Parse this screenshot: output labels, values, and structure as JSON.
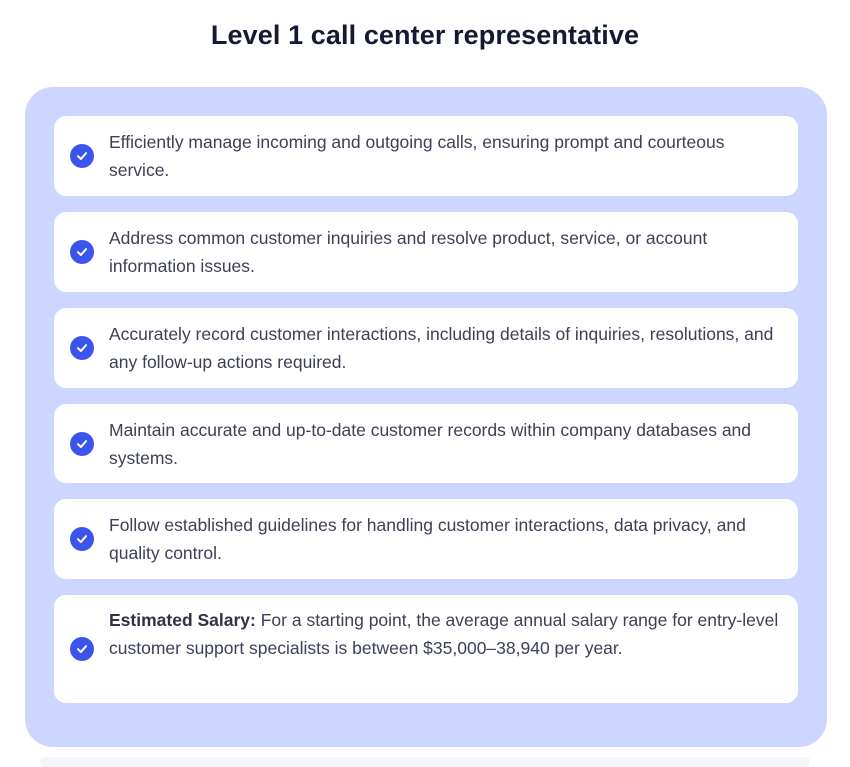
{
  "title": "Level 1 call center representative",
  "accent_color": "#3b55ec",
  "panel_color": "#cdd6ff",
  "items": [
    {
      "icon": "check-circle-icon",
      "text": "Efficiently manage incoming and outgoing calls, ensuring prompt and courteous service."
    },
    {
      "icon": "check-circle-icon",
      "text": "Address common customer inquiries and resolve product, service, or account information issues."
    },
    {
      "icon": "check-circle-icon",
      "text": "Accurately record customer interactions, including details of inquiries, resolutions, and any follow-up actions required."
    },
    {
      "icon": "check-circle-icon",
      "text": "Maintain accurate and up-to-date customer records within company databases and systems."
    },
    {
      "icon": "check-circle-icon",
      "text": "Follow established guidelines for handling customer interactions, data privacy, and quality control."
    },
    {
      "icon": "check-circle-icon",
      "label": "Estimated Salary:",
      "text": " For a starting point, the average annual salary range for entry-level customer support specialists is between $35,000–38,940 per year."
    }
  ]
}
